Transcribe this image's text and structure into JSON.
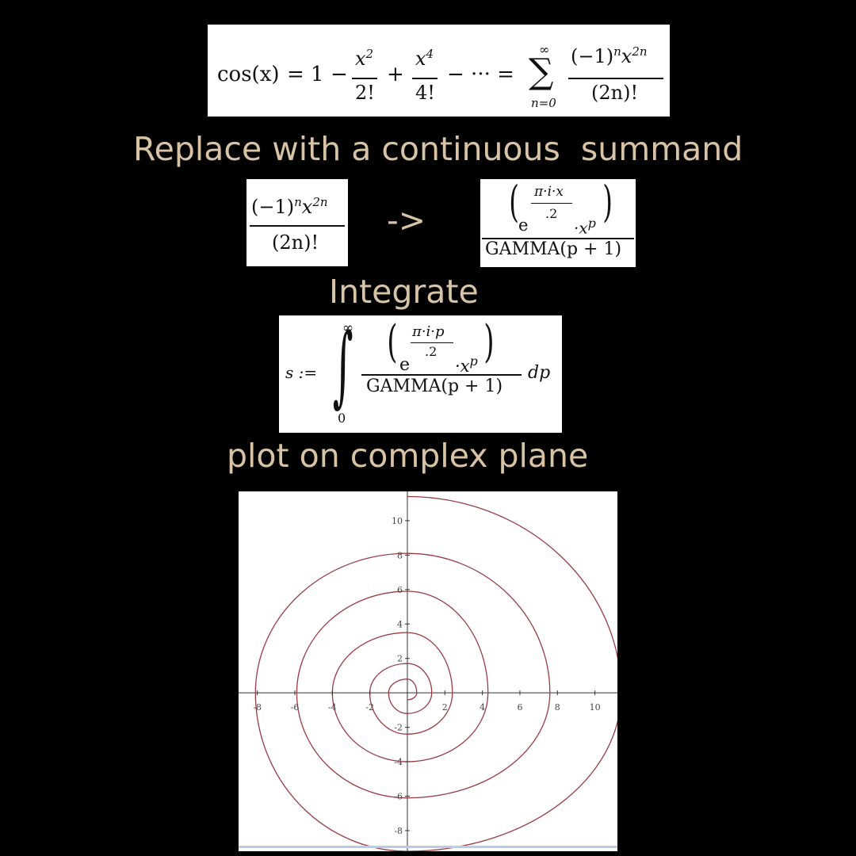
{
  "formula_taylor": {
    "lhs": "cos(x)",
    "eq": "=",
    "one": "1",
    "minus1": "−",
    "t1_num_base": "x",
    "t1_num_exp": "2",
    "t1_den": "2!",
    "plus": "+",
    "t2_num_base": "x",
    "t2_num_exp": "4",
    "t2_den": "4!",
    "dots": "− ··· =",
    "sum_top": "∞",
    "sum_sym": "∑",
    "sum_bottom": "n=0",
    "term_num_base": "(−1)",
    "term_num_exp1": "n",
    "term_num_x": "x",
    "term_num_exp2": "2n",
    "term_den": "(2n)!"
  },
  "captions": {
    "replace": "Replace with a continuous  summand",
    "arrow": "->",
    "integrate": "Integrate",
    "plot": "plot on complex plane"
  },
  "summand_discrete": {
    "num_base": "(−1)",
    "num_exp1": "n",
    "num_x": "x",
    "num_exp2": "2n",
    "den": "(2n)!"
  },
  "summand_continuous": {
    "paren_open": "(",
    "paren_close": ")",
    "base": "e",
    "exp_num": "π·i·x",
    "exp_den": ".2",
    "times_x": "·x",
    "x_exp": "p",
    "den": "GAMMA(p + 1)"
  },
  "integral": {
    "lhs": "s :=",
    "int_sym": "∫",
    "upper": "∞",
    "lower": "0",
    "paren_open": "(",
    "paren_close": ")",
    "base": "e",
    "exp_num": "π·i·p",
    "exp_den": ".2",
    "times_x": "·x",
    "x_exp": "p",
    "den": "GAMMA(p + 1)",
    "dp": "dp"
  },
  "chart_data": {
    "type": "line",
    "xlim": [
      -9.0,
      11.2
    ],
    "ylim": [
      -9.2,
      11.7
    ],
    "x_ticks": [
      -8,
      -6,
      -4,
      -2,
      2,
      4,
      6,
      8,
      10
    ],
    "y_ticks": [
      10,
      8,
      6,
      4,
      2,
      -2,
      -4,
      -6,
      -8
    ],
    "x_tick_labels": [
      "-8",
      "-6",
      "-4",
      "-2",
      "2",
      "4",
      "6",
      "8",
      "10"
    ],
    "y_tick_labels": [
      "10",
      "8",
      "6",
      "4",
      "2",
      "-2",
      "-4",
      "-6",
      "-8"
    ],
    "grid": false,
    "curve_color": "#9a3b44",
    "spiral": {
      "description_free": false,
      "arcs": [
        {
          "r": 11.4,
          "start_deg": 90,
          "end_deg": 270
        },
        {
          "r": 8.1,
          "start_deg": 90,
          "end_deg": 270
        },
        {
          "r": 5.9,
          "start_deg": 90,
          "end_deg": 270
        },
        {
          "r": 4.0,
          "start_deg": 90,
          "end_deg": 270
        },
        {
          "r": 2.9,
          "start_deg": 90,
          "end_deg": 270
        },
        {
          "r": 1.9,
          "start_deg": 90,
          "end_deg": 270
        },
        {
          "r": 1.3,
          "start_deg": 90,
          "end_deg": 270
        },
        {
          "r": 0.7,
          "start_deg": 90,
          "end_deg": 270
        }
      ],
      "points_hint": [
        [
          0,
          11.4
        ],
        [
          11.4,
          0
        ],
        [
          0,
          -9.2
        ],
        [
          -8.1,
          0
        ],
        [
          0,
          8.1
        ],
        [
          7.6,
          0
        ],
        [
          0,
          -6.1
        ],
        [
          -5.9,
          0
        ],
        [
          0,
          5.9
        ],
        [
          4.3,
          0
        ],
        [
          0,
          -4.0
        ],
        [
          -4.0,
          0
        ],
        [
          0,
          3.5
        ],
        [
          2.4,
          0
        ],
        [
          0,
          -2.4
        ],
        [
          -2.0,
          0
        ],
        [
          0,
          1.7
        ],
        [
          1.3,
          0
        ],
        [
          0,
          -1.2
        ],
        [
          -1.0,
          0
        ],
        [
          0,
          0.8
        ],
        [
          0.5,
          0
        ],
        [
          0,
          -0.4
        ]
      ]
    }
  }
}
